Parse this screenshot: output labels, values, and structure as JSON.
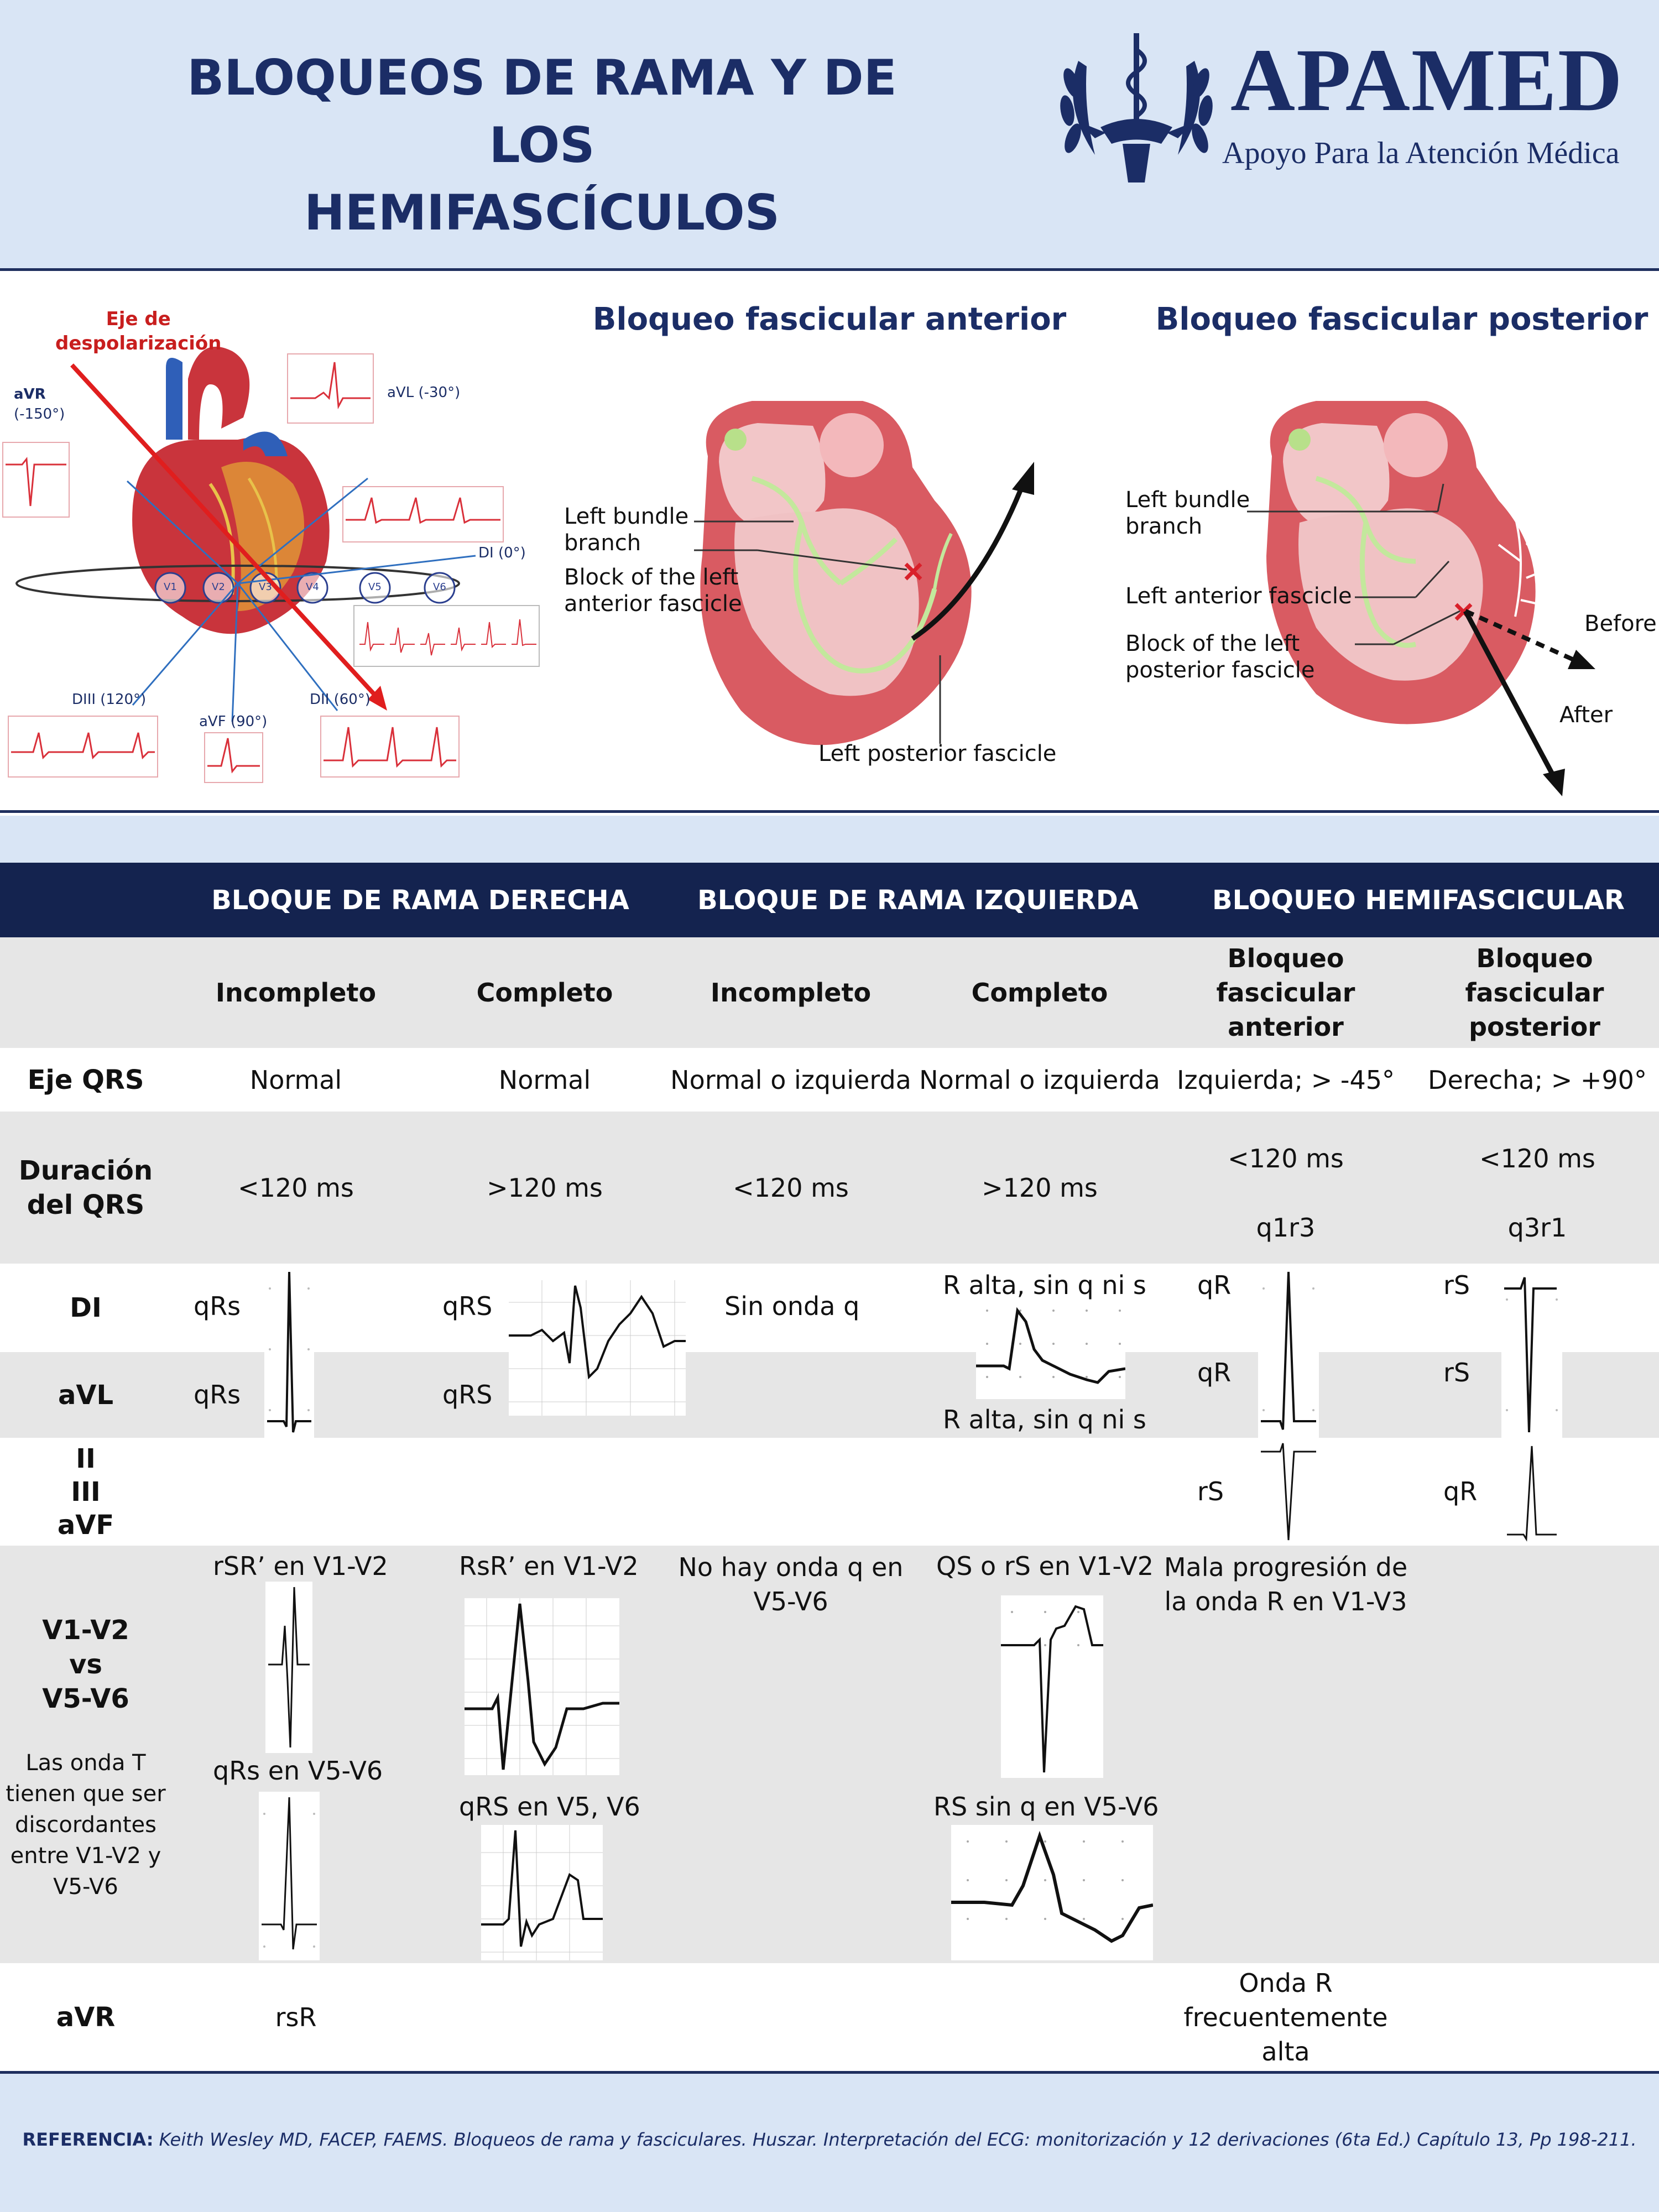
{
  "header": {
    "title_line1": "BLOQUEOS DE RAMA Y DE LOS",
    "title_line2": "HEMIFASCÍCULOS",
    "logo_name": "APAMED",
    "logo_tagline": "Apoyo Para la Atención Médica"
  },
  "heart": {
    "axis_label_line1": "Eje de",
    "axis_label_line2": "despolarización",
    "leads": {
      "avr": "aVR",
      "avr_deg": "(-150°)",
      "avl": "aVL (-30°)",
      "di": "DI (0°)",
      "diii": "DIII (120°)",
      "avf": "aVF (90°)",
      "dii": "DII (60°)"
    },
    "precordials": [
      "V1",
      "V2",
      "V3",
      "V4",
      "V5",
      "V6"
    ]
  },
  "anterior": {
    "title": "Bloqueo fascicular anterior",
    "label_lbb_1": "Left bundle",
    "label_lbb_2": "branch",
    "label_block_1": "Block of the left",
    "label_block_2": "anterior fascicle",
    "label_lpf": "Left posterior fascicle"
  },
  "posterior": {
    "title": "Bloqueo fascicular posterior",
    "label_lbb_1": "Left bundle",
    "label_lbb_2": "branch",
    "label_laf": "Left anterior fascicle",
    "label_block_1": "Block of the left",
    "label_block_2": "posterior fascicle",
    "label_before": "Before",
    "label_after": "After"
  },
  "table": {
    "groups": [
      "BLOQUE DE RAMA DERECHA",
      "BLOQUE DE RAMA IZQUIERDA",
      "BLOQUEO HEMIFASCICULAR"
    ],
    "subheaders": [
      "Incompleto",
      "Completo",
      "Incompleto",
      "Completo",
      "Bloqueo fascicular anterior",
      "Bloqueo fascicular posterior"
    ],
    "eje": {
      "label": "Eje QRS",
      "values": [
        "Normal",
        "Normal",
        "Normal o izquierda",
        "Normal o izquierda",
        "Izquierda; > -45°",
        "Derecha; > +90°"
      ]
    },
    "duracion": {
      "label_1": "Duración",
      "label_2": "del QRS",
      "values": [
        "<120 ms",
        ">120 ms",
        "<120 ms",
        ">120 ms",
        "<120 ms",
        "<120 ms"
      ],
      "ant_pattern": "q1r3",
      "post_pattern": "q3r1"
    },
    "di": {
      "label": "DI",
      "rbbb_inc": "qRs",
      "rbbb_comp": "qRS",
      "lbbb_inc": "Sin onda q",
      "lbbb_comp": "R alta, sin q ni s",
      "ant": "qR",
      "post": "rS"
    },
    "avl": {
      "label": "aVL",
      "rbbb_inc": "qRs",
      "rbbb_comp": "qRS",
      "lbbb_comp": "R alta, sin q ni s",
      "ant": "qR",
      "post": "rS"
    },
    "inferior": {
      "label_1": "II",
      "label_2": "III",
      "label_3": "aVF",
      "ant": "rS",
      "post": "qR"
    },
    "precordial": {
      "label_1": "V1-V2",
      "label_2": "vs",
      "label_3": "V5-V6",
      "note_1": "Las onda T",
      "note_2": "tienen que ser",
      "note_3": "discordantes",
      "note_4": "entre V1-V2 y",
      "note_5": "V5-V6",
      "rbbb_inc_top": "rSR’ en V1-V2",
      "rbbb_inc_bottom": "qRs en V5-V6",
      "rbbb_comp_top": "RsR’ en V1-V2",
      "rbbb_comp_bottom": "qRS en V5, V6",
      "lbbb_inc_1": "No hay onda q en",
      "lbbb_inc_2": "V5-V6",
      "lbbb_comp_top": "QS o rS en V1-V2",
      "lbbb_comp_bottom": "RS sin q en V5-V6",
      "ant_1": "Mala progresión de",
      "ant_2": "la onda R en V1-V3"
    },
    "avr": {
      "label": "aVR",
      "rbbb_inc": "rsR",
      "ant_1": "Onda R",
      "ant_2": "frecuentemente",
      "ant_3": "alta"
    }
  },
  "footer": {
    "ref_label": "REFERENCIA:",
    "ref_text": "Keith Wesley MD, FACEP, FAEMS. Bloqueos de rama y fasciculares. Huszar. Interpretación del ECG: monitorización y 12 derivaciones (6ta Ed.) Capítulo 13, Pp 198-211."
  },
  "colors": {
    "navy": "#1b2d66",
    "header_bg": "#d9e5f5",
    "table_head": "#14234f",
    "gray_row": "#e6e6e6",
    "ecg_red": "#d9303a"
  }
}
